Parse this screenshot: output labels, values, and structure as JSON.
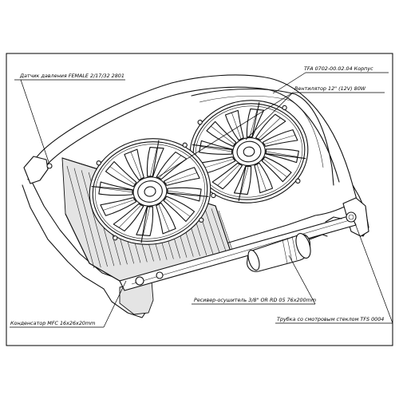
{
  "labels": {
    "pressure_sensor": "Датчик давления FEMALE 2/17/32 2801",
    "housing": "TFA 0702-00.02.04 Корпус",
    "fan": "Вентилятор 12\" (12V) 80W",
    "condenser": "Конденсатор MFC 16x26x20mm",
    "receiver_drier": "Ресивер-осушитель 3/8\" OR RD 05 76x200mm",
    "sight_glass_tube": "Трубка со смотровым стеклом TFS 0004"
  }
}
